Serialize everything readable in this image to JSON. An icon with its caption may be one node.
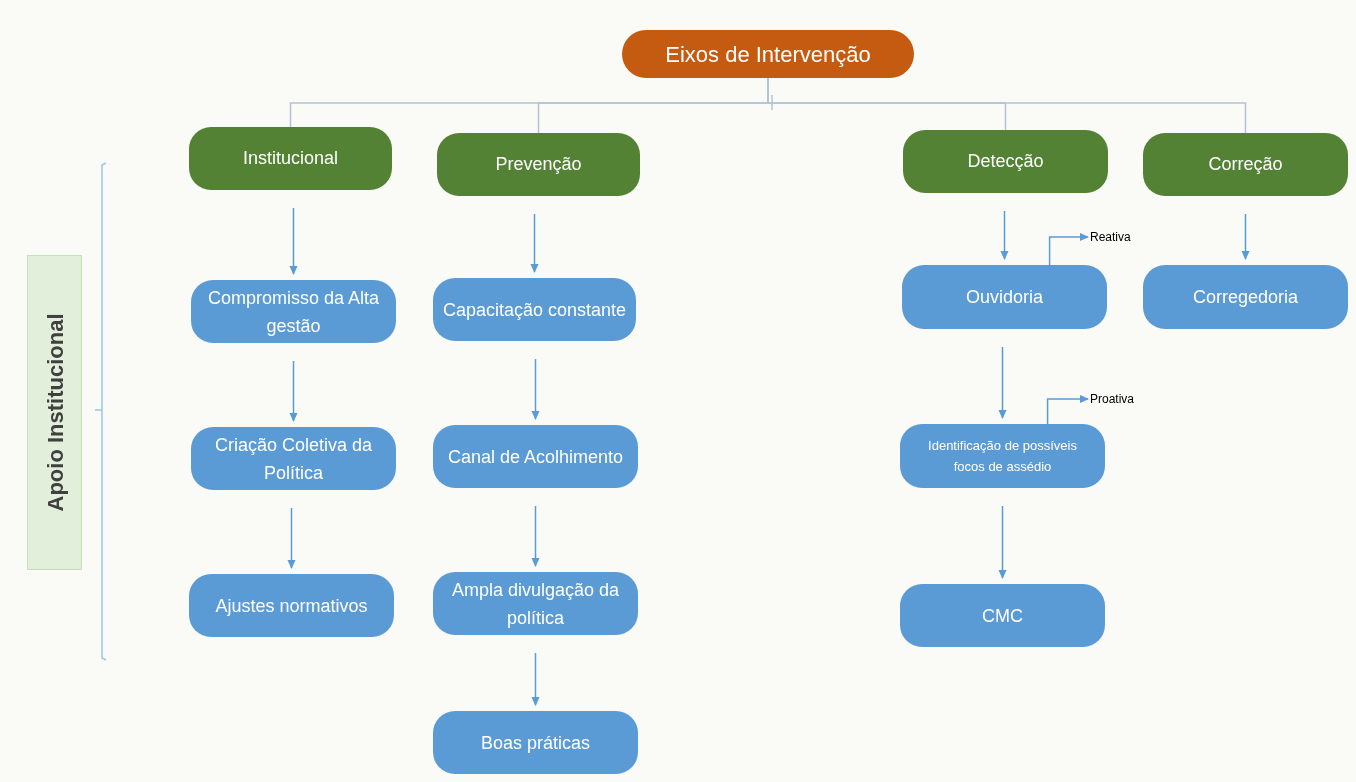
{
  "diagram": {
    "nodes": [
      {
        "text": [
          "Eixos de Intervenção"
        ]
      },
      {
        "text": [
          "Institucional"
        ]
      },
      {
        "text": [
          "Prevenção"
        ]
      },
      {
        "text": [
          "Detecção"
        ]
      },
      {
        "text": [
          "Correção"
        ]
      },
      {
        "text": [
          "Compromisso da Alta gestão"
        ]
      },
      {
        "text": [
          "Criação Coletiva da Política"
        ]
      },
      {
        "text": [
          "Ajustes normativos"
        ]
      },
      {
        "text": [
          "Capacitação constante"
        ]
      },
      {
        "text": [
          "Canal de Acolhimento"
        ]
      },
      {
        "text": [
          "Ampla divulgação da política"
        ]
      },
      {
        "text": [
          "Boas práticas"
        ]
      },
      {
        "text": [
          "Ouvidoria"
        ]
      },
      {
        "text": [
          "Reativa"
        ]
      },
      {
        "text": [
          "Identificação de possíveis focos de assédio"
        ]
      },
      {
        "text": [
          "Proativa"
        ]
      },
      {
        "text": [
          "CMC"
        ]
      },
      {
        "text": [
          "Corregedoria"
        ]
      },
      {
        "text": [
          "Apoio Institucional"
        ]
      }
    ],
    "edges": [
      {
        "from": 0,
        "to": 1,
        "arrow": "none",
        "color": "#b4c3d6"
      },
      {
        "from": 0,
        "to": 2,
        "arrow": "none",
        "color": "#b4c3d6"
      },
      {
        "from": 0,
        "to": 3,
        "arrow": "none",
        "color": "#b4c3d6"
      },
      {
        "from": 0,
        "to": 4,
        "arrow": "none",
        "color": "#b4c3d6"
      },
      {
        "from": 1,
        "to": 5,
        "arrow": "to"
      },
      {
        "from": 5,
        "to": 6,
        "arrow": "to"
      },
      {
        "from": 6,
        "to": 7,
        "arrow": "to"
      },
      {
        "from": 2,
        "to": 8,
        "arrow": "to"
      },
      {
        "from": 8,
        "to": 9,
        "arrow": "to"
      },
      {
        "from": 9,
        "to": 10,
        "arrow": "to"
      },
      {
        "from": 10,
        "to": 11,
        "arrow": "to"
      },
      {
        "from": 3,
        "to": 12,
        "arrow": "to"
      },
      {
        "from": 12,
        "to": 13,
        "arrow": "to"
      },
      {
        "from": 12,
        "to": 14,
        "arrow": "to"
      },
      {
        "from": 14,
        "to": 15,
        "arrow": "to"
      },
      {
        "from": 14,
        "to": 16,
        "arrow": "to"
      },
      {
        "from": 4,
        "to": 17,
        "arrow": "to"
      }
    ]
  }
}
